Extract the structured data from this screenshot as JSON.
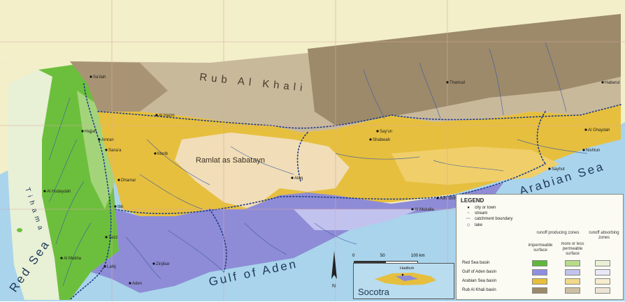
{
  "map": {
    "seas": {
      "red_sea": "Red Sea",
      "gulf_of_aden": "Gulf of Aden",
      "arabian_sea": "Arabian Sea"
    },
    "regions": {
      "rub_al_khali": "Rub Al Khali",
      "ramlat": "Ramlat as Sabatayn",
      "tihama": "Tihama"
    },
    "cities": [
      "Al Hudaydah",
      "Sana'a",
      "Hajjah",
      "Amran",
      "Dhamar",
      "Ibb",
      "Taizz",
      "Al Mukha",
      "Lahij",
      "Aden",
      "Zinjibar",
      "Marib",
      "Al Hazm",
      "Sa'dah",
      "Ataq",
      "Al Mukalla",
      "Ash Shihr",
      "Al Ghaydah",
      "Nishtun",
      "Sayhut",
      "Thamud",
      "Habarut",
      "Shabwah",
      "Say'un"
    ],
    "colors": {
      "sea": "#a9d4ec",
      "red_sea_basin": "#6cbf3c",
      "gulf_of_aden_basin": "#8e8cd6",
      "arabian_sea_basin": "#e6bf3e",
      "rub_al_khali_basin": "#9c8a6a",
      "desert": "#f1ddb7",
      "land_outside": "#f3efc9"
    },
    "icons": [
      "city-dot-icon",
      "stream-icon",
      "catchment-boundary-icon",
      "lake-icon",
      "north-arrow-icon"
    ]
  },
  "legend": {
    "title": "LEGEND",
    "items": [
      "city or town",
      "stream",
      "catchment boundary",
      "lake"
    ],
    "col_runoff_producing": "runoff producing zones",
    "col_runoff_absorbing": "runoff absorbing zones",
    "col_impermeable": "impermeable surface",
    "col_permeable": "more or less permeable surface",
    "basins": [
      {
        "name": "Red Sea basin",
        "c1": "#5fb83a",
        "c2": "#b8dc8a",
        "c3": "#e8f0d6"
      },
      {
        "name": "Gulf of Aden basin",
        "c1": "#8f8ee0",
        "c2": "#c2c2ee",
        "c3": "#e8e8f6"
      },
      {
        "name": "Arabian Sea basin",
        "c1": "#e8bf3a",
        "c2": "#f2d98a",
        "c3": "#f6ecce"
      },
      {
        "name": "Rub Al Khali basin",
        "c1": "#9c8a6a",
        "c2": "#cdbfa3",
        "c3": "#ece4d4"
      }
    ]
  },
  "scale": {
    "labels": [
      "0",
      "50",
      "100 km"
    ]
  },
  "inset": {
    "island": "Socotra",
    "place": "Hadiboh"
  }
}
